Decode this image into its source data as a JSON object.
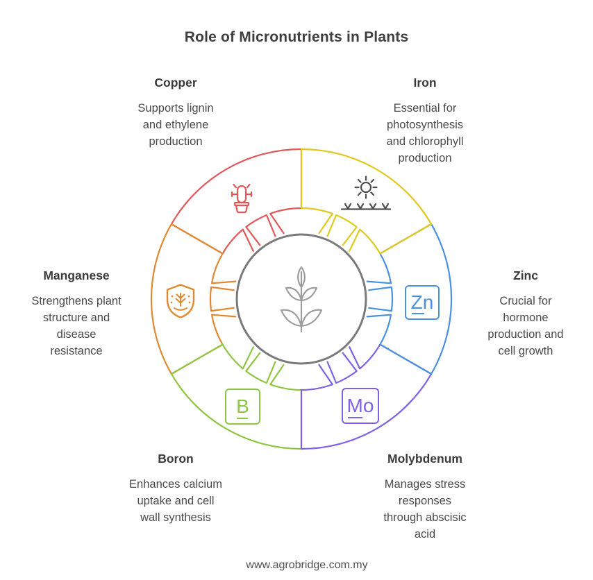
{
  "title": "Role of Micronutrients in Plants",
  "footer": "www.agrobridge.com.my",
  "center": {
    "icon": "plant-sprout",
    "circle_color": "#7a7a7a",
    "icon_color": "#9c9c9c"
  },
  "segments": [
    {
      "id": "copper",
      "name": "Copper",
      "description": "Supports lignin\nand ethylene\nproduction",
      "color": "#E25858",
      "icon_color": "#E25858",
      "icon": "cactus-pot",
      "angle_center": 330
    },
    {
      "id": "iron",
      "name": "Iron",
      "description": "Essential for\nphotosynthesis\nand chlorophyll\nproduction",
      "color": "#DFC91C",
      "icon_color": "#4F4F4F",
      "icon": "sun-over-seedlings",
      "angle_center": 30
    },
    {
      "id": "zinc",
      "name": "Zinc",
      "description": "Crucial for\nhormone\nproduction and\ncell growth",
      "color": "#4A90E2",
      "icon_color": "#4A90E2",
      "icon": "element-symbol",
      "symbol": "Zn",
      "angle_center": 90
    },
    {
      "id": "molybdenum",
      "name": "Molybdenum",
      "description": "Manages stress\nresponses\nthrough abscisic\nacid",
      "color": "#8060E8",
      "icon_color": "#8060E8",
      "icon": "element-symbol",
      "symbol": "Mo",
      "angle_center": 150
    },
    {
      "id": "boron",
      "name": "Boron",
      "description": "Enhances calcium\nuptake and cell\nwall synthesis",
      "color": "#8DC63F",
      "icon_color": "#8DC63F",
      "icon": "element-symbol",
      "symbol": "B",
      "angle_center": 210
    },
    {
      "id": "manganese",
      "name": "Manganese",
      "description": "Strengthens plant\nstructure and\ndisease\nresistance",
      "color": "#E2882E",
      "icon_color": "#E2882E",
      "icon": "shield-plant",
      "angle_center": 270
    }
  ],
  "draw_order": [
    0,
    5,
    4,
    3,
    2,
    1
  ]
}
